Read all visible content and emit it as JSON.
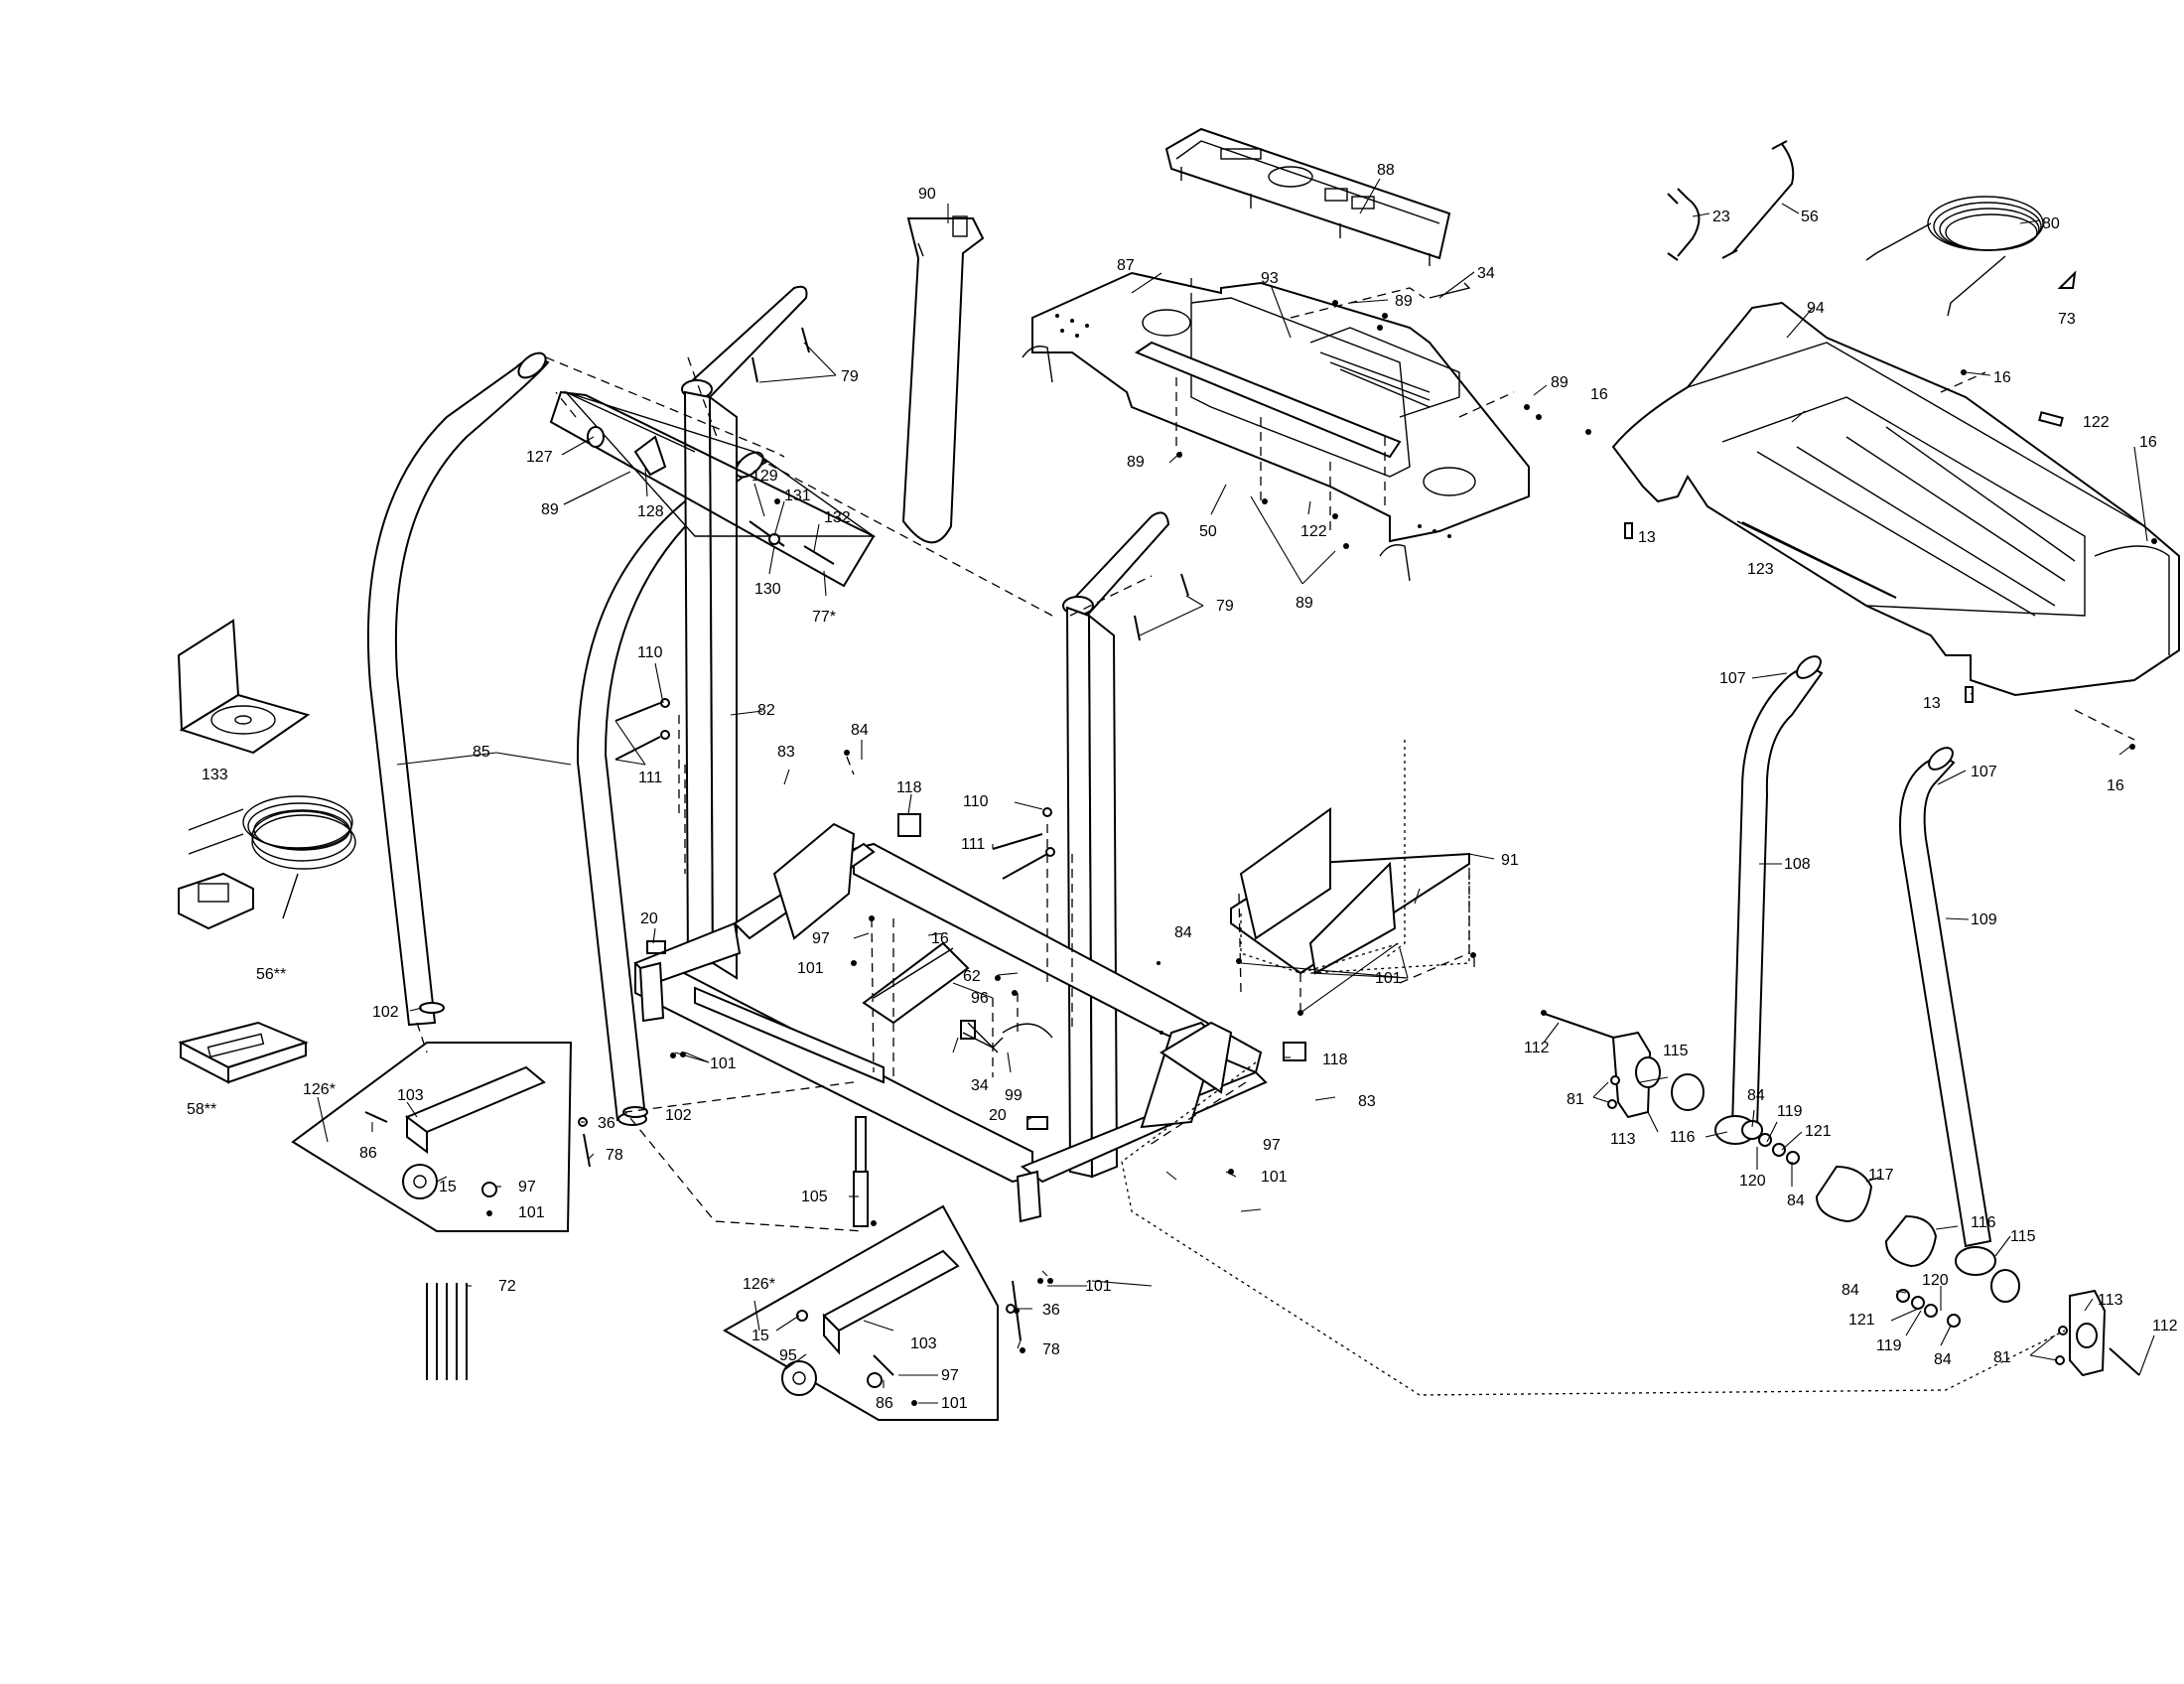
{
  "labels": {
    "l88": "88",
    "l90": "90",
    "l23": "23",
    "l56a": "56",
    "l80": "80",
    "l34a": "34",
    "l87": "87",
    "l93": "93",
    "l89a": "89",
    "l73": "73",
    "l94": "94",
    "l79a": "79",
    "l89b": "89",
    "l16a": "16",
    "l16b": "16",
    "l122a": "122",
    "l16c": "16",
    "l127": "127",
    "l89c": "89",
    "l128": "128",
    "l129": "129",
    "l131": "131",
    "l132": "132",
    "l130": "130",
    "l77": "77*",
    "l89d": "89",
    "l50": "50",
    "l122b": "122",
    "l13a": "13",
    "l123": "123",
    "l79b": "79",
    "l89e": "89",
    "l107a": "107",
    "l13b": "13",
    "l16d": "16",
    "l107b": "107",
    "l110a": "110",
    "l111a": "111",
    "l133": "133",
    "l85": "85",
    "l82": "82",
    "l84a": "84",
    "l83a": "83",
    "l118a": "118",
    "l110b": "110",
    "l111b": "111",
    "l91": "91",
    "l108": "108",
    "l109": "109",
    "l20a": "20",
    "l97a": "97",
    "l16e": "16",
    "l101a": "101",
    "l56b": "56**",
    "l84b": "84",
    "l62": "62",
    "l96": "96",
    "l101b": "101",
    "l102a": "102",
    "l101c": "101",
    "l118b": "118",
    "l112a": "112",
    "l115a": "115",
    "l81a": "81",
    "l58": "58**",
    "l126a": "126*",
    "l103a": "103",
    "l102b": "102",
    "l34b": "34",
    "l99": "99",
    "l36a": "36",
    "l86a": "86",
    "l78a": "78",
    "l20b": "20",
    "l83b": "83",
    "l113a": "113",
    "l116a": "116",
    "l84c": "84",
    "l119a": "119",
    "l121a": "121",
    "l15a": "15",
    "l97b": "97",
    "l101d": "101",
    "l97c": "97",
    "l120a": "120",
    "l84d": "84",
    "l117": "117",
    "l101e": "101",
    "l105": "105",
    "l116b": "116",
    "l115b": "115",
    "l72": "72",
    "l126b": "126*",
    "l101f": "101",
    "l84e": "84",
    "l120b": "120",
    "l113b": "113",
    "l36b": "36",
    "l121b": "121",
    "l112b": "112",
    "l15b": "15",
    "l103b": "103",
    "l119b": "119",
    "l84f": "84",
    "l78b": "78",
    "l95": "95",
    "l97d": "97",
    "l81b": "81",
    "l86b": "86",
    "l101g": "101"
  }
}
